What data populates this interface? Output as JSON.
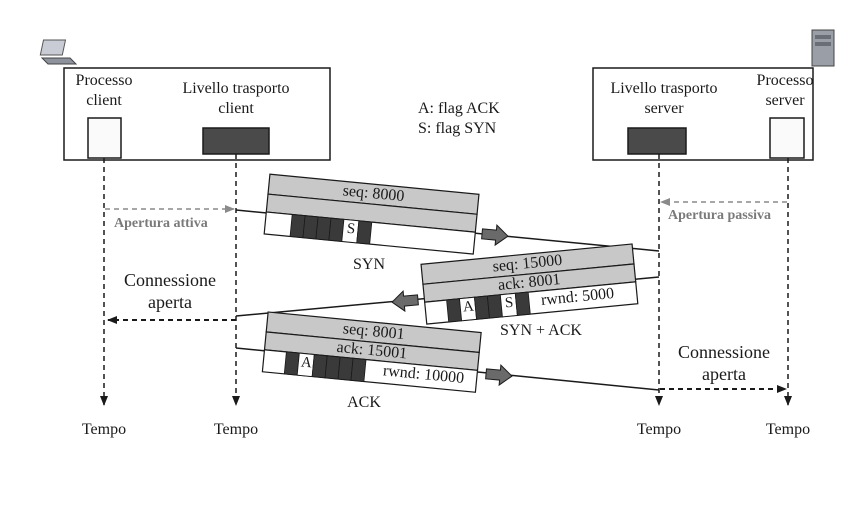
{
  "client": {
    "process_label_1": "Processo",
    "process_label_2": "client",
    "transport_label_1": "Livello trasporto",
    "transport_label_2": "client"
  },
  "server": {
    "transport_label_1": "Livello trasporto",
    "transport_label_2": "server",
    "process_label_1": "Processo",
    "process_label_2": "server"
  },
  "legend": {
    "ack": "A: flag ACK",
    "syn": "S: flag SYN"
  },
  "events": {
    "active_open": "Apertura attiva",
    "passive_open": "Apertura passiva",
    "client_conn_1": "Connessione",
    "client_conn_2": "aperta",
    "server_conn_1": "Connessione",
    "server_conn_2": "aperta"
  },
  "segments": {
    "syn": {
      "seq": "seq: 8000",
      "flag": "S",
      "caption": "SYN"
    },
    "synack": {
      "seq": "seq: 15000",
      "ack": "ack: 8001",
      "flag_a": "A",
      "flag_s": "S",
      "rwnd": "rwnd: 5000",
      "caption": "SYN + ACK"
    },
    "ack": {
      "seq": "seq: 8001",
      "ack": "ack: 15001",
      "flag": "A",
      "rwnd": "rwnd: 10000",
      "caption": "ACK"
    }
  },
  "timeline": [
    "Tempo",
    "Tempo",
    "Tempo",
    "Tempo"
  ],
  "colors": {
    "dark_block": "#4a4a4a",
    "grey_band": "#c8c8c8",
    "dashed_grey": "#8a8a8a"
  }
}
